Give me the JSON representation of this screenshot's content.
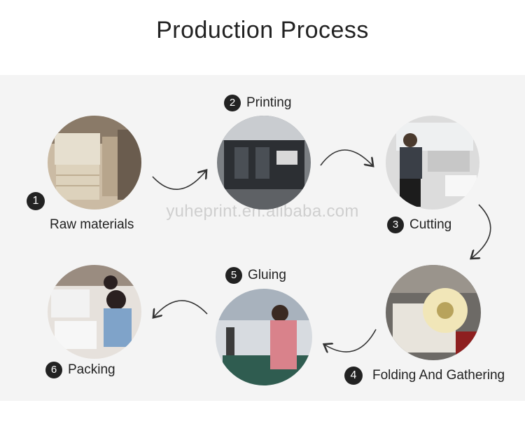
{
  "title": "Production Process",
  "watermark": "yuheprint.en.alibaba.com",
  "steps": [
    {
      "number": "1",
      "label": "Raw materials"
    },
    {
      "number": "2",
      "label": "Printing"
    },
    {
      "number": "3",
      "label": "Cutting"
    },
    {
      "number": "4",
      "label": "Folding And Gathering"
    },
    {
      "number": "5",
      "label": "Gluing"
    },
    {
      "number": "6",
      "label": "Packing"
    }
  ],
  "colors": {
    "panel": "#f4f4f4",
    "badge": "#222222",
    "arrow": "#333333"
  }
}
